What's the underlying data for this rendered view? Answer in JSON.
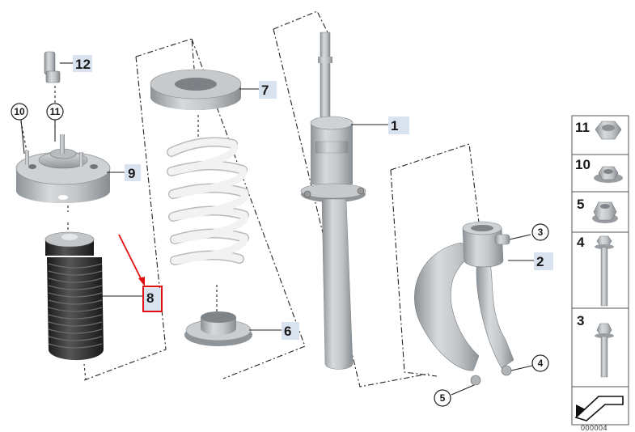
{
  "callouts": {
    "p1": "1",
    "p2": "2",
    "p3": "3",
    "p4": "4",
    "p5": "5",
    "p6": "6",
    "p7": "7",
    "p8": "8",
    "p9": "9",
    "p10": "10",
    "p11": "11",
    "p12": "12"
  },
  "sidebar": {
    "items": [
      {
        "label": "11"
      },
      {
        "label": "10"
      },
      {
        "label": "5"
      },
      {
        "label": "4"
      },
      {
        "label": "3"
      }
    ]
  },
  "footer": {
    "code": "000004"
  },
  "colors": {
    "metal": "#c4c8cb",
    "metal_dark": "#8f9498",
    "rubber": "#2a2a2a",
    "spring": "#eeeeee",
    "tag": "#d9e3f0",
    "highlight": "#e01010"
  }
}
